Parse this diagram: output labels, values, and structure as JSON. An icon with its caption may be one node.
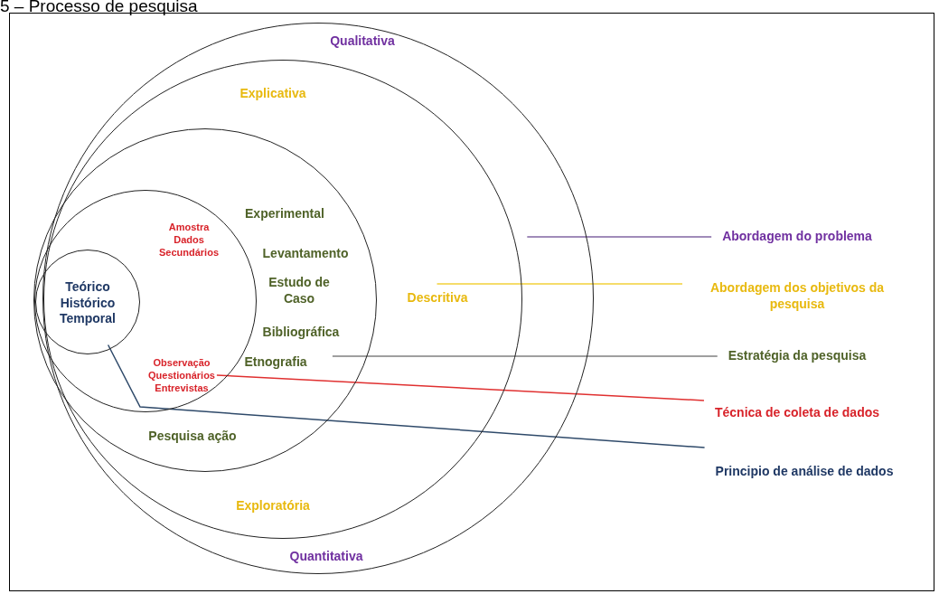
{
  "diagram": {
    "title": "5 – Processo de pesquisa",
    "nodes": [
      {
        "text": [
          "Qualitativa",
          "Quantitativa"
        ]
      },
      {
        "text": [
          "Explicativa",
          "Descritiva",
          "Exploratória"
        ],
        "in": 0
      },
      {
        "text": [
          "Experimental",
          "Levantamento",
          "Estudo de Caso",
          "Bibliográfica",
          "Etnografia",
          "Pesquisa ação"
        ],
        "in": 1
      },
      {
        "text": [
          "Amostra Dados Secundários",
          "Observação Questionários Entrevistas"
        ],
        "in": 2
      },
      {
        "text": [
          "Teórico Histórico Temporal"
        ],
        "in": 3
      },
      {
        "text": [
          "Abordagem do problema"
        ]
      },
      {
        "text": [
          "Abordagem dos objetivos da pesquisa"
        ]
      },
      {
        "text": [
          "Estratégia da pesquisa"
        ]
      },
      {
        "text": [
          "Técnica de coleta de dados"
        ]
      },
      {
        "text": [
          "Principio de análise de dados"
        ]
      }
    ],
    "edges": [
      {
        "from": 5,
        "to": 0,
        "arrow": "none",
        "color": "#8064a2"
      },
      {
        "from": 6,
        "to": 1,
        "arrow": "none",
        "color": "#f2d13a"
      },
      {
        "from": 7,
        "to": 2,
        "arrow": "none",
        "color": "#7f7f7f"
      },
      {
        "from": 8,
        "to": 3,
        "arrow": "none",
        "color": "#e03030"
      },
      {
        "from": 9,
        "to": 4,
        "arrow": "none",
        "color": "#2f4a6a"
      }
    ]
  }
}
